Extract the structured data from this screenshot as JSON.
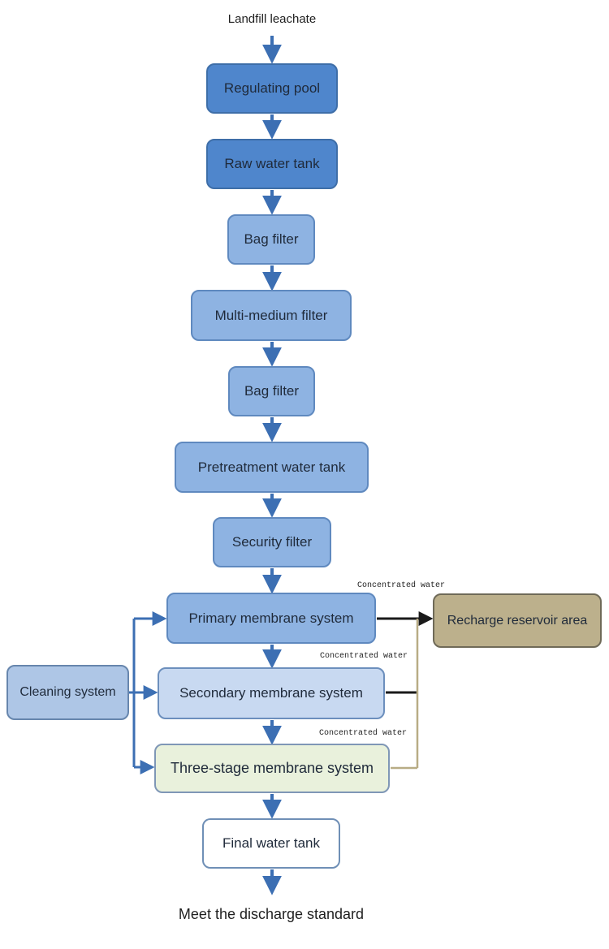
{
  "input_label": "Landfill leachate",
  "output_label": "Meet the discharge standard",
  "steps": {
    "regulating_pool": "Regulating pool",
    "raw_water_tank": "Raw water tank",
    "bag_filter_1": "Bag filter",
    "multi_medium_filter": "Multi-medium filter",
    "bag_filter_2": "Bag filter",
    "pretreatment_tank": "Pretreatment water tank",
    "security_filter": "Security filter",
    "primary_membrane": "Primary membrane system",
    "secondary_membrane": "Secondary membrane system",
    "three_stage_membrane": "Three-stage membrane system",
    "final_tank": "Final water tank"
  },
  "side_nodes": {
    "cleaning_system": "Cleaning system",
    "recharge_area": "Recharge reservoir area"
  },
  "annotations": {
    "concentrated_1": "Concentrated water",
    "concentrated_2": "Concentrated water",
    "concentrated_3": "Concentrated water"
  },
  "colors": {
    "flow_arrow": "#3c6fb3",
    "concentrate_line": "#1a1a1a",
    "return_line": "#b8ac85"
  }
}
